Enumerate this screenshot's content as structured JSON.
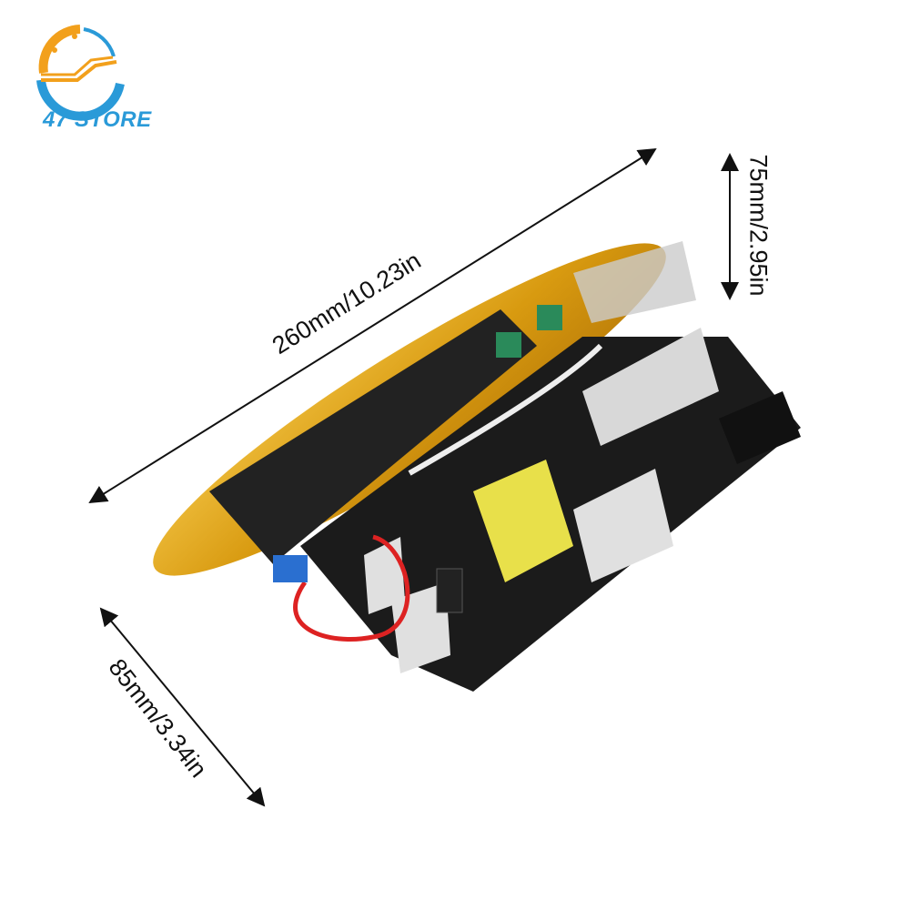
{
  "logo": {
    "text": "47 STORE",
    "colors": {
      "orange": "#f2a01c",
      "blue": "#2a9ad8"
    }
  },
  "dimensions": {
    "length": "260mm/10.23in",
    "height": "75mm/2.95in",
    "width": "85mm/3.34in"
  },
  "product": {
    "description_colors": {
      "panel": "#d9a21a",
      "pcb": "#1b1b1b",
      "heatsink": "#d8d8d8",
      "transformer": "#e8e04a"
    }
  }
}
